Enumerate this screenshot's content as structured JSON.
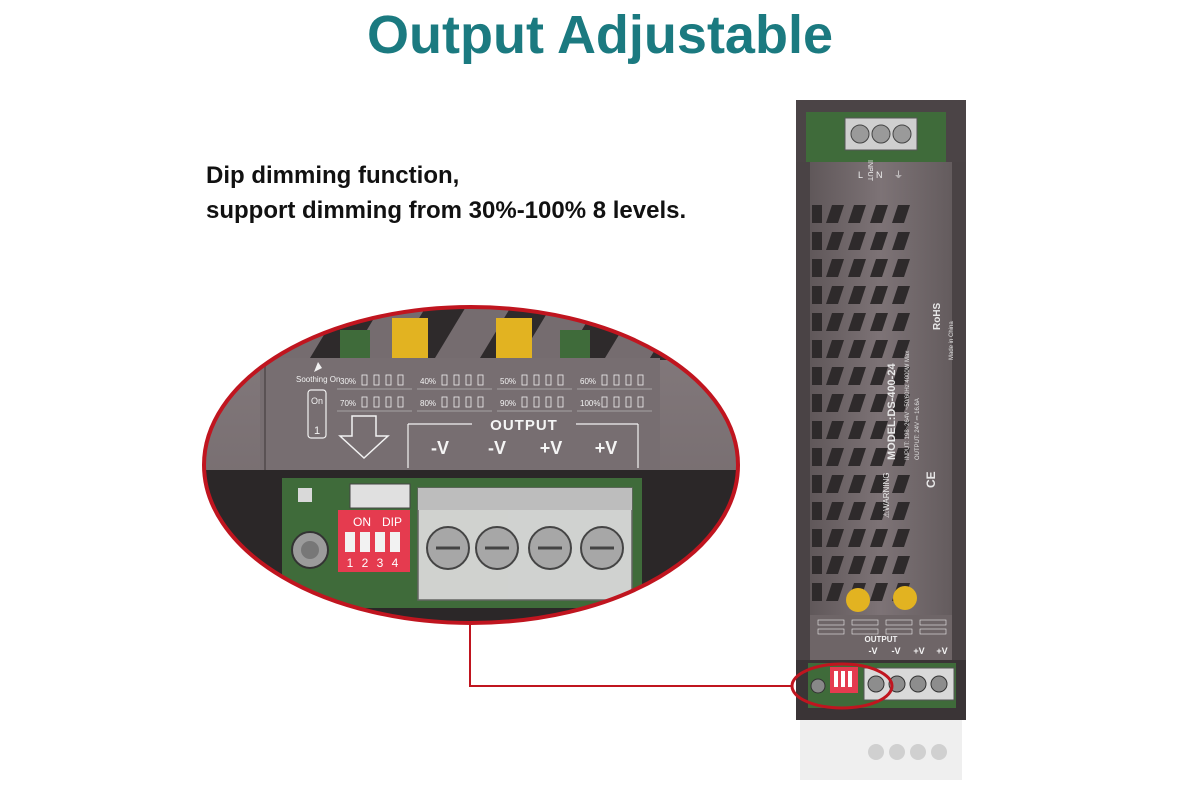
{
  "colors": {
    "title": "#1b7a80",
    "callout_ring": "#c0151f",
    "housing": "#6d6466",
    "housing_light": "#8a8083",
    "pcb_green": "#3f6b3a",
    "dip_red": "#e53b4f",
    "capacitor_yellow": "#e2b321"
  },
  "header": {
    "title": "Output Adjustable"
  },
  "description": {
    "line1": "Dip dimming function,",
    "line2": "support dimming from 30%-100% 8 levels."
  },
  "zoom": {
    "soothing_label": "Soothing On",
    "switch_on": "On",
    "switch_one": "1",
    "levels": [
      {
        "label": "30%"
      },
      {
        "label": "40%"
      },
      {
        "label": "50%"
      },
      {
        "label": "60%"
      },
      {
        "label": "70%"
      },
      {
        "label": "80%"
      },
      {
        "label": "90%"
      },
      {
        "label": "100%"
      }
    ],
    "output_label": "OUTPUT",
    "terminals": [
      "-V",
      "-V",
      "+V",
      "+V"
    ],
    "dip_on": "ON",
    "dip_label": "DIP",
    "dip_numbers": [
      "1",
      "2",
      "3",
      "4"
    ]
  },
  "device": {
    "input_label": "INPUT",
    "input_terminals": [
      "L",
      "N",
      "⏚"
    ],
    "model": "MODEL:DS-400-24",
    "input_spec": "INPUT: 198~264V ~50/60Hz  4000W Max",
    "output_spec": "OUTPUT: 24V ⎓ 16.6A",
    "rohs": "RoHS",
    "made_in": "Made in China",
    "warning": "⚠WARNING",
    "ce": "CE",
    "output_label": "OUTPUT",
    "terminals": [
      "-V",
      "-V",
      "+V",
      "+V"
    ]
  }
}
